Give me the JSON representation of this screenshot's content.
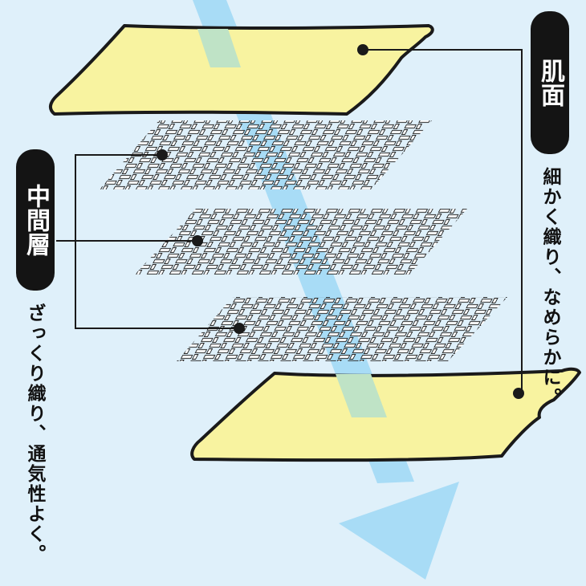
{
  "labels": {
    "surface": {
      "title": "肌面",
      "description": "細かく織り、なめらかに。"
    },
    "middle": {
      "title": "中間層",
      "description": "ざっくり織り、通気性よく。"
    }
  },
  "layers": [
    {
      "name": "top-surface",
      "kind": "fabric-sheet"
    },
    {
      "name": "mesh-1",
      "kind": "woven-mesh"
    },
    {
      "name": "mesh-2",
      "kind": "woven-mesh"
    },
    {
      "name": "mesh-3",
      "kind": "woven-mesh"
    },
    {
      "name": "bottom-surface",
      "kind": "fabric-sheet"
    }
  ],
  "icons": {
    "flow": "down-arrow",
    "connector": "dot-marker"
  },
  "colors": {
    "background": "#dff0fa",
    "sheet_fill": "#f8f3a0",
    "sheet_stroke": "#1a1a1a",
    "arrow": "#a8dcf6",
    "arrow_overlap": "#bfe3c6",
    "mesh_stroke": "#1e1e1e",
    "mesh_fill": "#ffffff",
    "pill": "#141414",
    "pill_text": "#ffffff",
    "connector": "#1a1a1a"
  }
}
